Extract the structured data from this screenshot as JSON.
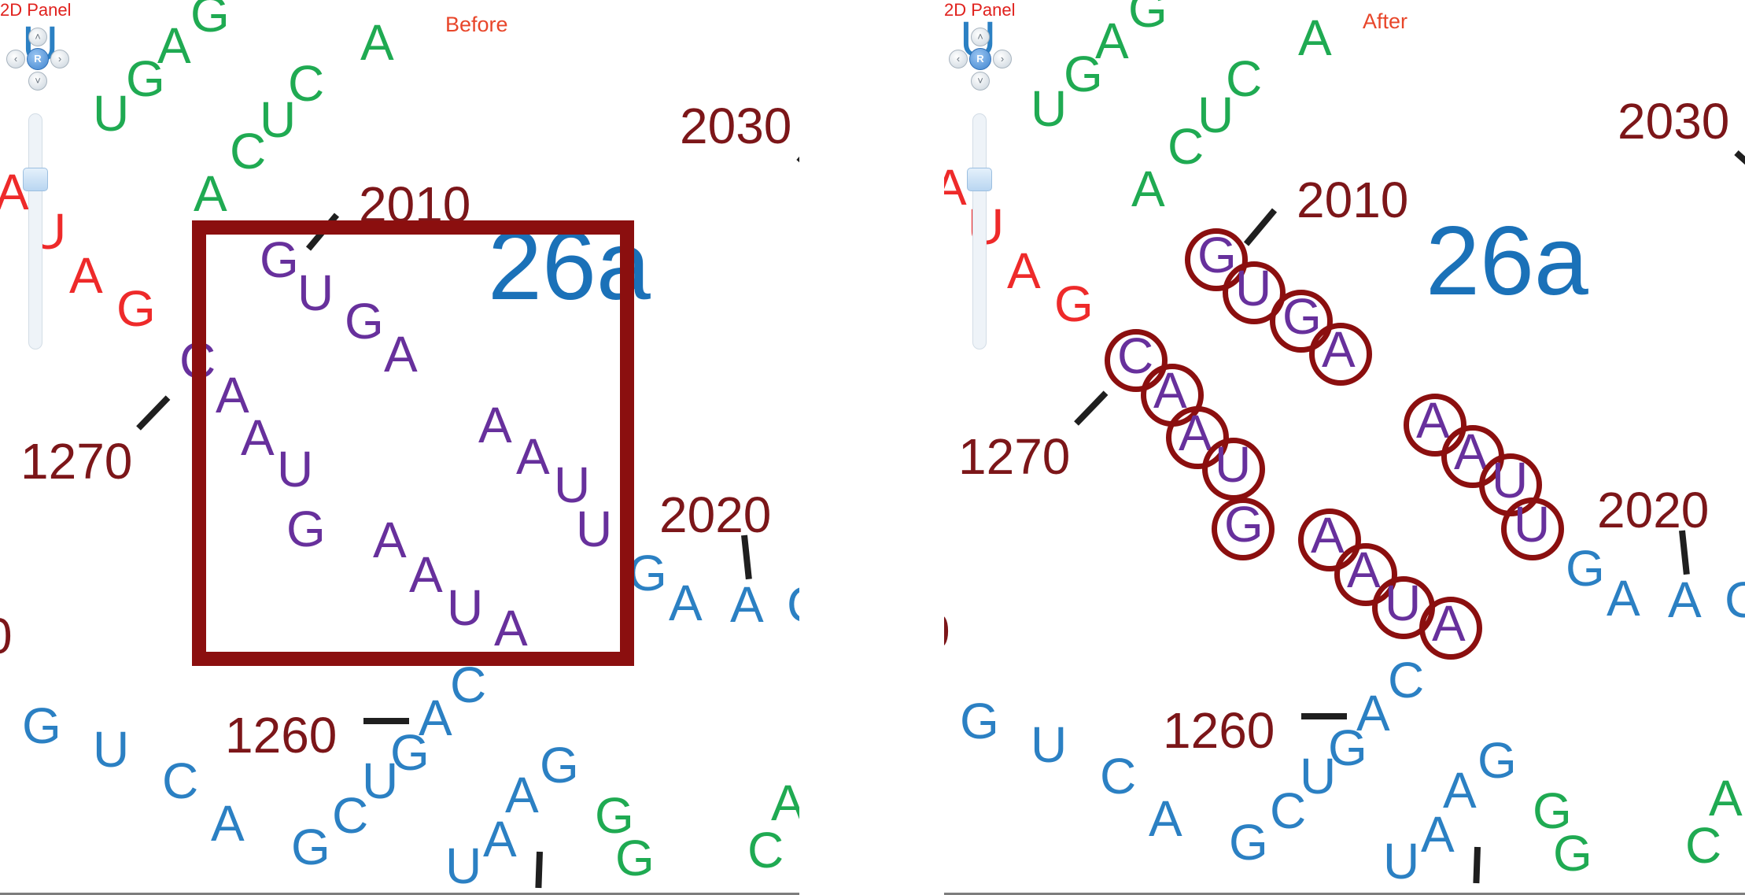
{
  "colors": {
    "red": "#ee2a2a",
    "green": "#1faa52",
    "blue": "#2b80c3",
    "purple": "#67309c",
    "numbers": "#7c1619",
    "domain": "#1a71b8",
    "highlight": "#8b0f0f"
  },
  "panels": {
    "before": {
      "panel_label": "2D Panel",
      "title": "Before"
    },
    "after": {
      "panel_label": "2D Panel",
      "title": "After"
    }
  },
  "nav": {
    "center_label": "R",
    "up_icon": "chevron-up-icon",
    "down_icon": "chevron-down-icon",
    "left_icon": "chevron-left-icon",
    "right_icon": "chevron-right-icon"
  },
  "zoom": {
    "level": 0.25
  },
  "diagram": {
    "domain_label": "26a",
    "numbers": [
      "2030",
      "2010",
      "1270",
      "2020",
      "1260",
      "0"
    ],
    "nucleotides": [
      {
        "base": "U",
        "color": "blue"
      },
      {
        "base": "U",
        "color": "green"
      },
      {
        "base": "G",
        "color": "green"
      },
      {
        "base": "A",
        "color": "green"
      },
      {
        "base": "G",
        "color": "green"
      },
      {
        "base": "A",
        "color": "green"
      },
      {
        "base": "C",
        "color": "green"
      },
      {
        "base": "U",
        "color": "green"
      },
      {
        "base": "C",
        "color": "green"
      },
      {
        "base": "A",
        "color": "green"
      },
      {
        "base": "A",
        "color": "red"
      },
      {
        "base": "U",
        "color": "red"
      },
      {
        "base": "A",
        "color": "red"
      },
      {
        "base": "G",
        "color": "red"
      },
      {
        "base": "G",
        "color": "purple"
      },
      {
        "base": "U",
        "color": "purple"
      },
      {
        "base": "G",
        "color": "purple"
      },
      {
        "base": "A",
        "color": "purple"
      },
      {
        "base": "C",
        "color": "purple"
      },
      {
        "base": "A",
        "color": "purple"
      },
      {
        "base": "A",
        "color": "purple"
      },
      {
        "base": "U",
        "color": "purple"
      },
      {
        "base": "G",
        "color": "purple"
      },
      {
        "base": "A",
        "color": "purple"
      },
      {
        "base": "A",
        "color": "purple"
      },
      {
        "base": "U",
        "color": "purple"
      },
      {
        "base": "A",
        "color": "purple"
      },
      {
        "base": "A",
        "color": "purple"
      },
      {
        "base": "A",
        "color": "purple"
      },
      {
        "base": "U",
        "color": "purple"
      },
      {
        "base": "U",
        "color": "purple"
      },
      {
        "base": "G",
        "color": "blue"
      },
      {
        "base": "A",
        "color": "blue"
      },
      {
        "base": "A",
        "color": "blue"
      },
      {
        "base": "C",
        "color": "blue"
      },
      {
        "base": "C",
        "color": "blue"
      },
      {
        "base": "A",
        "color": "blue"
      },
      {
        "base": "G",
        "color": "blue"
      },
      {
        "base": "U",
        "color": "blue"
      },
      {
        "base": "C",
        "color": "blue"
      },
      {
        "base": "G",
        "color": "blue"
      },
      {
        "base": "G",
        "color": "blue"
      },
      {
        "base": "A",
        "color": "blue"
      },
      {
        "base": "A",
        "color": "blue"
      },
      {
        "base": "U",
        "color": "blue"
      },
      {
        "base": "G",
        "color": "blue"
      },
      {
        "base": "U",
        "color": "blue"
      },
      {
        "base": "C",
        "color": "blue"
      },
      {
        "base": "A",
        "color": "blue"
      },
      {
        "base": "G",
        "color": "green"
      },
      {
        "base": "G",
        "color": "green"
      },
      {
        "base": "A",
        "color": "green"
      },
      {
        "base": "C",
        "color": "green"
      }
    ]
  }
}
